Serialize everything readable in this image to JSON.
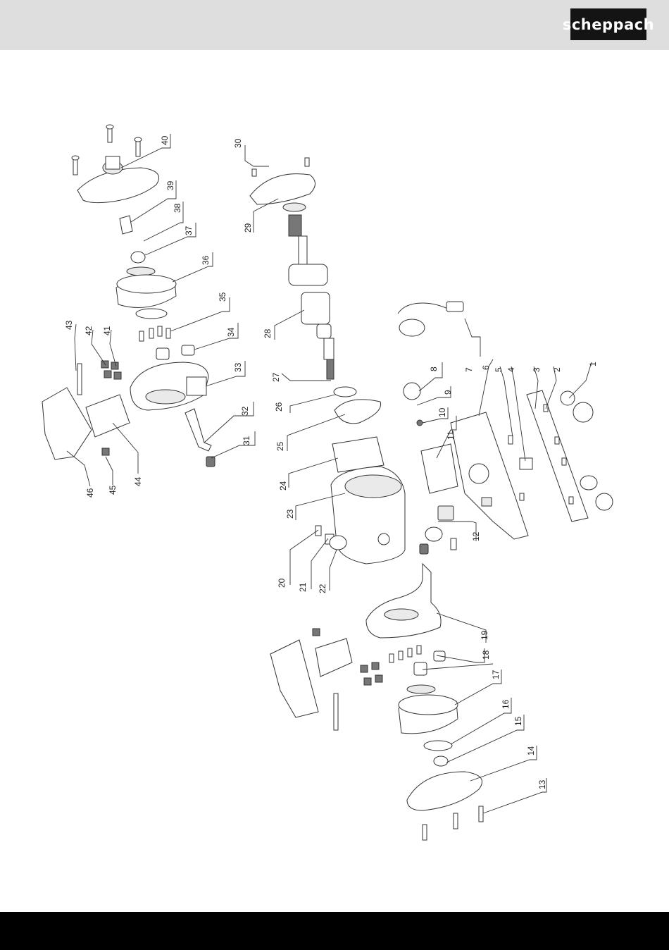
{
  "brand": {
    "logo_text": "scheppach"
  },
  "part_numbers": [
    "1",
    "2",
    "3",
    "4",
    "5",
    "6",
    "7",
    "8",
    "9",
    "10",
    "11",
    "12",
    "13",
    "14",
    "15",
    "16",
    "17",
    "18",
    "19",
    "20",
    "21",
    "22",
    "23",
    "24",
    "25",
    "26",
    "27",
    "28",
    "29",
    "30",
    "31",
    "32",
    "33",
    "34",
    "35",
    "36",
    "37",
    "38",
    "39",
    "40",
    "41",
    "42",
    "43",
    "44",
    "45",
    "46"
  ],
  "colors": {
    "header": "#dedede",
    "logo_bg": "#141414",
    "footer": "#000000"
  }
}
